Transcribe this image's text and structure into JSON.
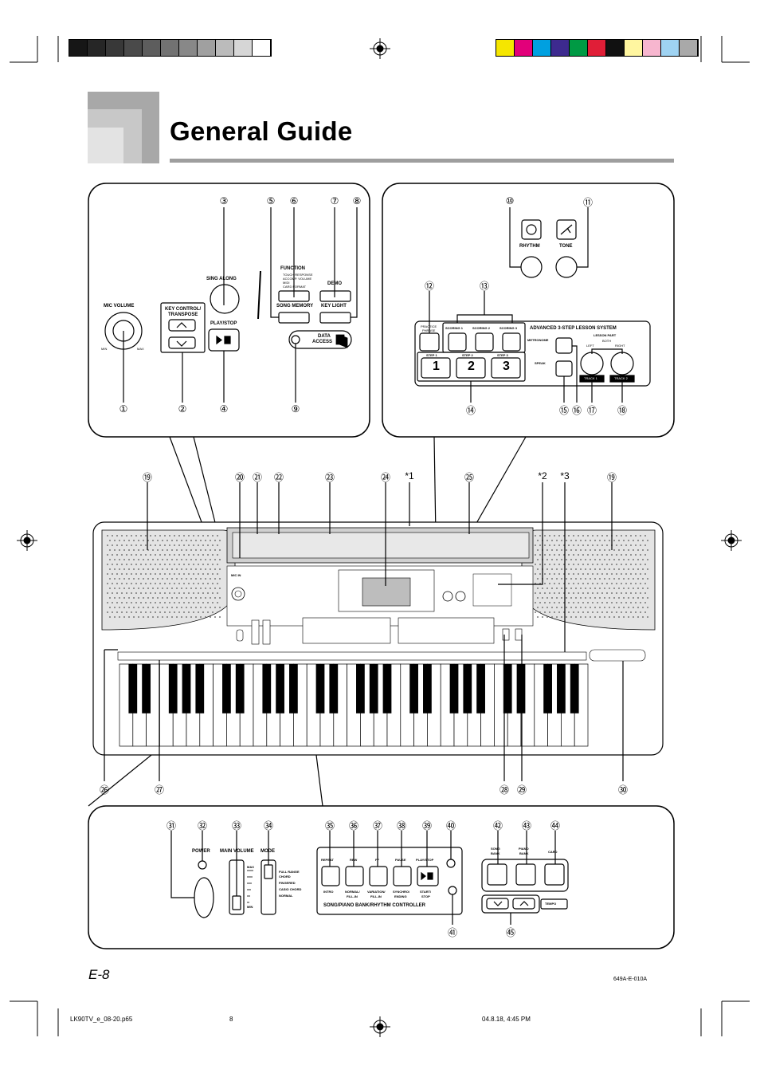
{
  "page": {
    "title": "General Guide",
    "page_number": "E-8",
    "doc_code": "649A-E-010A",
    "footer_file": "LK90TV_e_08-20.p65",
    "footer_page": "8",
    "footer_date": "04.8.18, 4:45 PM"
  },
  "color_bar": {
    "grays": [
      "#161616",
      "#262626",
      "#383838",
      "#4a4a4a",
      "#5d5d5d",
      "#727272",
      "#888888",
      "#a0a0a0",
      "#bbbbbb",
      "#d6d6d6",
      "#ffffff"
    ],
    "colors": [
      "#f5e600",
      "#e2007a",
      "#00a0e0",
      "#3d2a8f",
      "#009a44",
      "#e01e37",
      "#111111",
      "#fff6a0",
      "#f7b6cf",
      "#9fd3f2",
      "#a9a9a9"
    ]
  },
  "callouts": {
    "top_left": [
      "①",
      "②",
      "③",
      "④",
      "⑤",
      "⑥",
      "⑦",
      "⑧",
      "⑨"
    ],
    "top_right": [
      "⑩",
      "⑪",
      "⑫",
      "⑬",
      "⑭",
      "⑮",
      "⑯",
      "⑰",
      "⑱"
    ],
    "keyboard_top": [
      "⑲",
      "⑳",
      "㉑",
      "㉒",
      "㉓",
      "㉔",
      "*1",
      "㉕",
      "*2",
      "*3",
      "⑲"
    ],
    "keyboard_bottom": [
      "㉖",
      "㉗",
      "㉘",
      "㉙",
      "㉚"
    ],
    "bottom_panel": [
      "㉛",
      "㉜",
      "㉝",
      "㉞",
      "㉟",
      "㊱",
      "㊲",
      "㊳",
      "㊴",
      "㊵",
      "㊶",
      "㊷",
      "㊸",
      "㊹",
      "㊺"
    ]
  },
  "panel_left": {
    "mic_volume": "MIC VOLUME",
    "min": "MIN",
    "max": "MAX",
    "key_control": "KEY CONTROL/",
    "transpose": "TRANSPOSE",
    "sing_along": "SING ALONG",
    "play_stop": "PLAY/STOP",
    "function": "FUNCTION",
    "function_sub1": "TOUCH RESPONSE",
    "function_sub2": "ACCOMP. VOLUME",
    "function_sub3": "MIDI",
    "function_sub4": "CARD FORMAT",
    "demo": "DEMO",
    "song_memory": "SONG MEMORY",
    "key_light": "KEY LIGHT",
    "data": "DATA",
    "access": "ACCESS"
  },
  "panel_right": {
    "rhythm": "RHYTHM",
    "tone": "TONE",
    "practice_phrase_1": "PRACTICE",
    "practice_phrase_2": "PHRASE",
    "scoring_1": "SCORING 1",
    "scoring_2": "SCORING 2",
    "scoring_3": "SCORING 3",
    "lesson_system": "ADVANCED 3-STEP LESSON SYSTEM",
    "metronome": "METRONOME",
    "step_1": "STEP 1",
    "step_2": "STEP 2",
    "step_3": "STEP 3",
    "digit_1": "1",
    "digit_2": "2",
    "digit_3": "3",
    "speak": "SPEAK",
    "lesson_part": "LESSON PART",
    "both": "BOTH",
    "left": "LEFT",
    "right": "RIGHT",
    "track_1": "TRACK 1",
    "track_2": "TRACK 2"
  },
  "panel_bottom": {
    "power": "POWER",
    "main_volume": "MAIN VOLUME",
    "max": "MAX",
    "min": "MIN",
    "mode": "MODE",
    "full_range_1": "FULL RANGE",
    "full_range_2": "CHORD",
    "fingered": "FINGERED",
    "casio_chord": "CASIO CHORD",
    "normal": "NORMAL",
    "repeat": "REPEAT",
    "rew": "REW",
    "ff": "FF",
    "pause": "PAUSE",
    "play_stop": "PLAY/STOP",
    "intro": "INTRO",
    "normal_fill_1": "NORMAL/",
    "normal_fill_2": "FILL-IN",
    "variation_fill_1": "VARIATION/",
    "variation_fill_2": "FILL-IN",
    "synchro_ending_1": "SYNCHRO/",
    "synchro_ending_2": "ENDING",
    "start_stop_1": "START/",
    "start_stop_2": "STOP",
    "controller": "SONG/PIANO BANK/RHYTHM CONTROLLER",
    "song_bank_1": "SONG",
    "song_bank_2": "BANK",
    "piano_bank_1": "PIANO",
    "piano_bank_2": "BANK",
    "card": "CARD",
    "tempo": "TEMPO"
  },
  "keyboard": {
    "mic_in": "MIC IN",
    "white_key_count": 35
  }
}
